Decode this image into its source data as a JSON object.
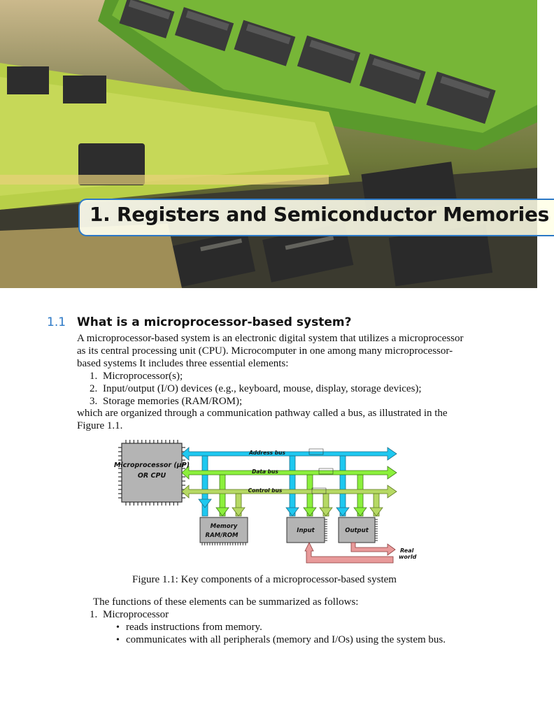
{
  "chapter": {
    "title": "1. Registers and Semiconductor Memories"
  },
  "section": {
    "number": "1.1",
    "title": "What is a microprocessor-based system?"
  },
  "intro": {
    "lines": [
      "A microprocessor-based system is an electronic digital system that utilizes a microprocessor",
      "as its central processing unit (CPU). Microcomputer in one among many microprocessor-",
      "based systems It includes three essential elements:"
    ],
    "elements": [
      {
        "num": "1.",
        "text": "Microprocessor(s);"
      },
      {
        "num": "2.",
        "text": "Input/output (I/O) devices (e.g., keyboard, mouse, display, storage devices);"
      },
      {
        "num": "3.",
        "text": "Storage memories (RAM/ROM);"
      }
    ],
    "after_lines": [
      "which are organized through a communication pathway called a bus, as illustrated in the",
      "Figure 1.1."
    ]
  },
  "figure": {
    "cpu_label_1": "Microprocessor (µP)",
    "cpu_label_2": "OR CPU",
    "address_bus": "Address bus",
    "data_bus": "Data bus",
    "control_bus": "Control bus",
    "memory_label_1": "Memory",
    "memory_label_2": "RAM/ROM",
    "input_label": "Input",
    "output_label": "Output",
    "real_world_1": "Real",
    "real_world_2": "world",
    "caption": "Figure 1.1: Key components of a microprocessor-based system",
    "colors": {
      "address": "#1ec8f0",
      "data": "#8cf03c",
      "control": "#b6d964",
      "box": "#b4b4b4",
      "real": "#e89a9a"
    }
  },
  "functions": {
    "lead": "The functions of these elements can be summarized as follows:",
    "item_num": "1.",
    "item_title": "Microprocessor",
    "bullets": [
      "reads instructions from memory.",
      "communicates with all peripherals (memory and I/Os) using the system bus."
    ],
    "bullet_glyph": "•"
  }
}
